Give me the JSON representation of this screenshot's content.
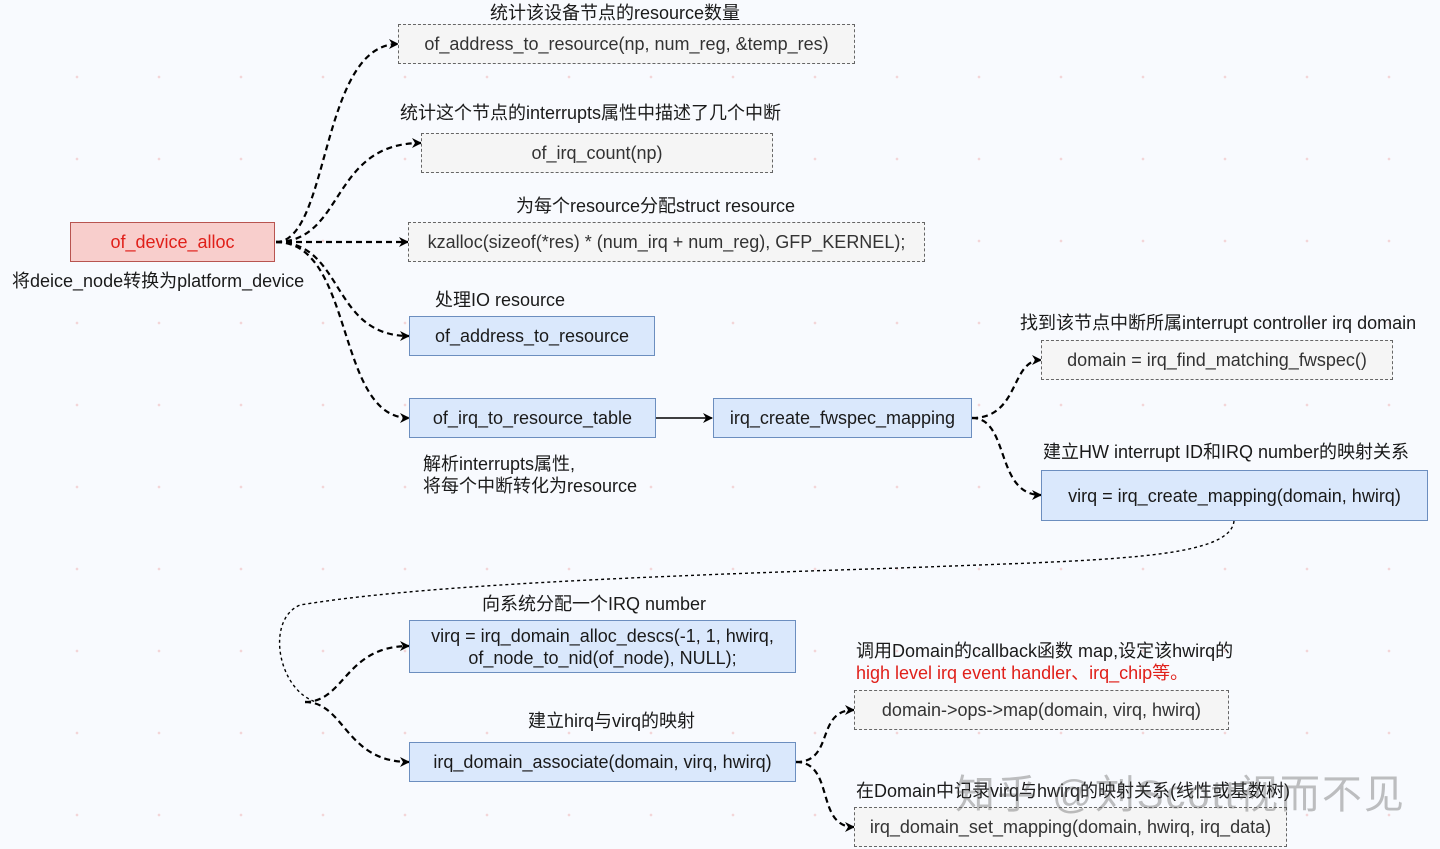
{
  "nodes": {
    "of_device_alloc": "of_device_alloc",
    "of_address_to_resource_np": "of_address_to_resource(np, num_reg, &temp_res)",
    "of_irq_count": "of_irq_count(np)",
    "kzalloc": "kzalloc(sizeof(*res) * (num_irq + num_reg), GFP_KERNEL);",
    "of_address_to_resource": "of_address_to_resource",
    "of_irq_to_resource_table": "of_irq_to_resource_table",
    "irq_create_fwspec_mapping": "irq_create_fwspec_mapping",
    "irq_find_matching_fwspec": "domain = irq_find_matching_fwspec()",
    "irq_create_mapping": "virq = irq_create_mapping(domain, hwirq)",
    "irq_domain_alloc_descs_line1": "virq = irq_domain_alloc_descs(-1, 1, hwirq,",
    "irq_domain_alloc_descs_line2": "of_node_to_nid(of_node), NULL);",
    "domain_ops_map": "domain->ops->map(domain, virq, hwirq)",
    "irq_domain_associate": "irq_domain_associate(domain, virq, hwirq)",
    "irq_domain_set_mapping": "irq_domain_set_mapping(domain, hwirq, irq_data)"
  },
  "labels": {
    "count_resource": "统计该设备节点的resource数量",
    "count_interrupts": "统计这个节点的interrupts属性中描述了几个中断",
    "alloc_resource": "为每个resource分配struct resource",
    "convert_node": "将deice_node转换为platform_device",
    "handle_io": "处理IO resource",
    "parse_interrupts_line1": "解析interrupts属性,",
    "parse_interrupts_line2": "将每个中断转化为resource",
    "find_domain": "找到该节点中断所属interrupt controller irq domain",
    "build_mapping": "建立HW interrupt ID和IRQ number的映射关系",
    "alloc_irq_number": "向系统分配一个IRQ number",
    "hirq_virq_mapping": "建立hirq与virq的映射",
    "callback_line1": "调用Domain的callback函数 map,设定该hwirq的",
    "callback_line2": "high level irq event handler、irq_chip等。",
    "record_mapping": "在Domain中记录virq与hwirq的映射关系(线性或基数树)"
  },
  "watermark": "知乎 @刘Scott视而不见",
  "colors": {
    "blue_fill": "#dae8fc",
    "blue_border": "#6c8ebf",
    "red_fill": "#f8cecc",
    "red_border": "#b85450",
    "red_text": "#e0201a",
    "gray_fill": "#f5f5f5"
  }
}
